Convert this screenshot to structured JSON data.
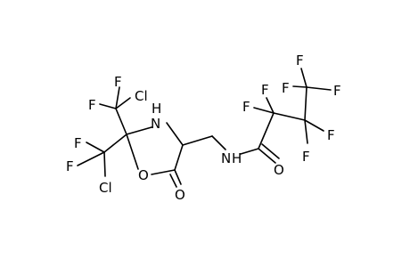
{
  "diagram": {
    "type": "chemical-structure",
    "atoms": {
      "n1": "N",
      "h1": "H",
      "n2": "N",
      "h2": "H",
      "o_ring": "O",
      "o_ketone": "O",
      "o_amide": "O",
      "cl_top": "Cl",
      "cl_bottom": "Cl",
      "f": [
        "F",
        "F",
        "F",
        "F",
        "F",
        "F",
        "F",
        "F",
        "F",
        "F",
        "F"
      ]
    }
  }
}
